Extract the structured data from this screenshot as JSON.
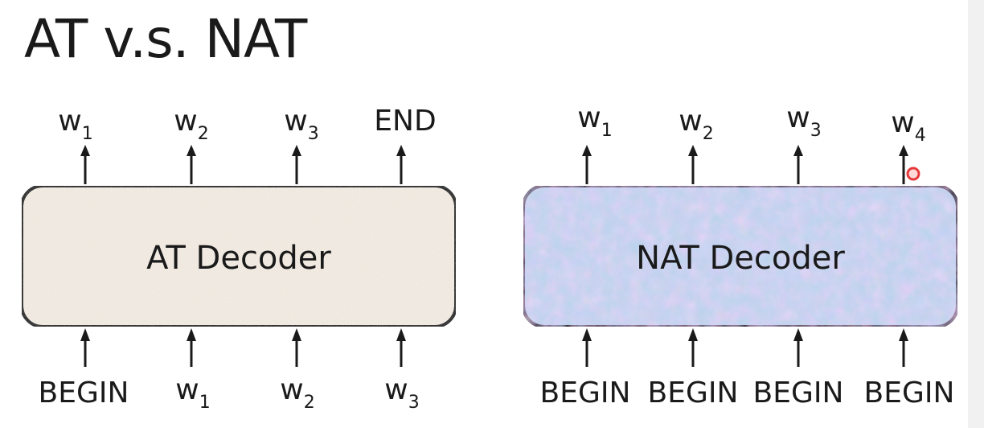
{
  "title": "AT v.s. NAT",
  "at": {
    "label": "AT Decoder",
    "fill": "#f4ede4",
    "outputs": [
      {
        "base": "w",
        "sub": "1"
      },
      {
        "base": "w",
        "sub": "2"
      },
      {
        "base": "w",
        "sub": "3"
      },
      {
        "base": "END",
        "sub": ""
      }
    ],
    "inputs": [
      {
        "base": "BEGIN",
        "sub": ""
      },
      {
        "base": "w",
        "sub": "1"
      },
      {
        "base": "w",
        "sub": "2"
      },
      {
        "base": "w",
        "sub": "3"
      }
    ]
  },
  "nat": {
    "label": "NAT Decoder",
    "fill": "#b9d3ea",
    "outputs": [
      {
        "base": "w",
        "sub": "1"
      },
      {
        "base": "w",
        "sub": "2"
      },
      {
        "base": "w",
        "sub": "3"
      },
      {
        "base": "w",
        "sub": "4"
      }
    ],
    "inputs": [
      {
        "base": "BEGIN",
        "sub": ""
      },
      {
        "base": "BEGIN",
        "sub": ""
      },
      {
        "base": "BEGIN",
        "sub": ""
      },
      {
        "base": "BEGIN",
        "sub": ""
      }
    ]
  },
  "cursor_color": "#e53939"
}
